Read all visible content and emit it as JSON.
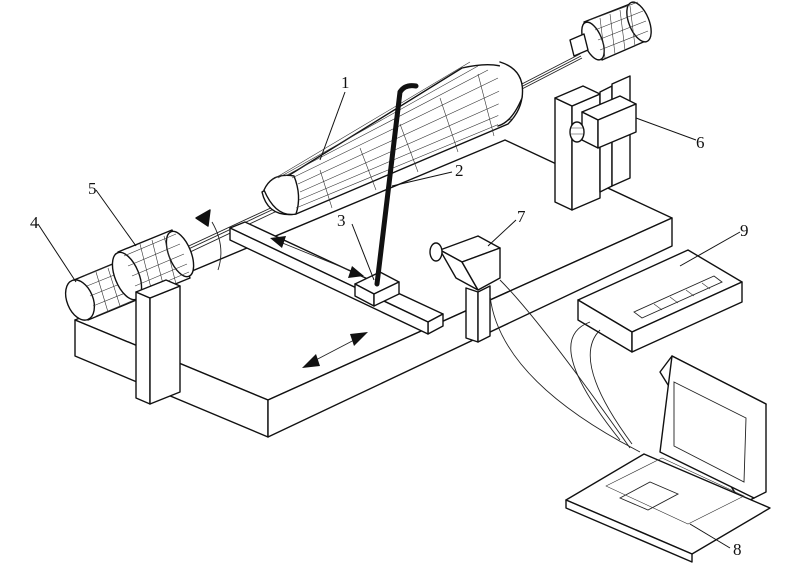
{
  "figure": {
    "labels": [
      {
        "id": "1",
        "text": "1"
      },
      {
        "id": "2",
        "text": "2"
      },
      {
        "id": "3",
        "text": "3"
      },
      {
        "id": "4",
        "text": "4"
      },
      {
        "id": "5",
        "text": "5"
      },
      {
        "id": "6",
        "text": "6"
      },
      {
        "id": "7",
        "text": "7"
      },
      {
        "id": "8",
        "text": "8"
      },
      {
        "id": "9",
        "text": "9"
      }
    ],
    "colors": {
      "line": "#111111",
      "background": "#ffffff"
    }
  }
}
